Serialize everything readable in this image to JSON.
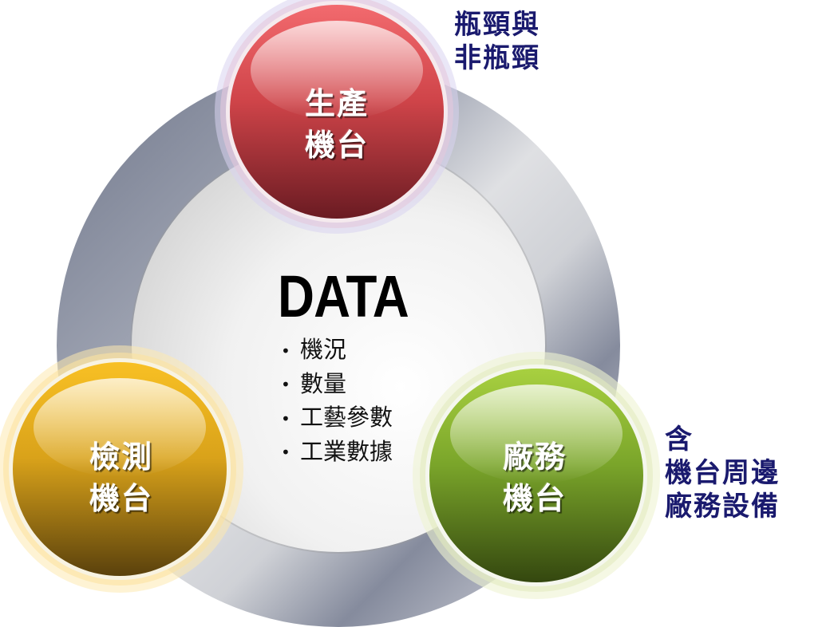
{
  "diagram": {
    "type": "hub-and-spoke cycle",
    "center": {
      "title": "DATA",
      "items": [
        "機況",
        "數量",
        "工藝參數",
        "工業數據"
      ],
      "bullet": "•"
    },
    "nodes": [
      {
        "id": "production",
        "lines": [
          "生產",
          "機台"
        ],
        "color": "#c9373c",
        "note": [
          "瓶頸與",
          "非瓶頸"
        ]
      },
      {
        "id": "inspection",
        "lines": [
          "檢測",
          "機台"
        ],
        "color": "#c9961a",
        "note": []
      },
      {
        "id": "facility",
        "lines": [
          "廠務",
          "機台"
        ],
        "color": "#6a9a1f",
        "note": [
          "含",
          "機台周邊",
          "廠務設備"
        ]
      }
    ],
    "colors": {
      "ring": "#8a90a2",
      "center_fill": "#eeeeee",
      "note_text": "#1a1a6e",
      "node_text": "#ffffff"
    }
  }
}
